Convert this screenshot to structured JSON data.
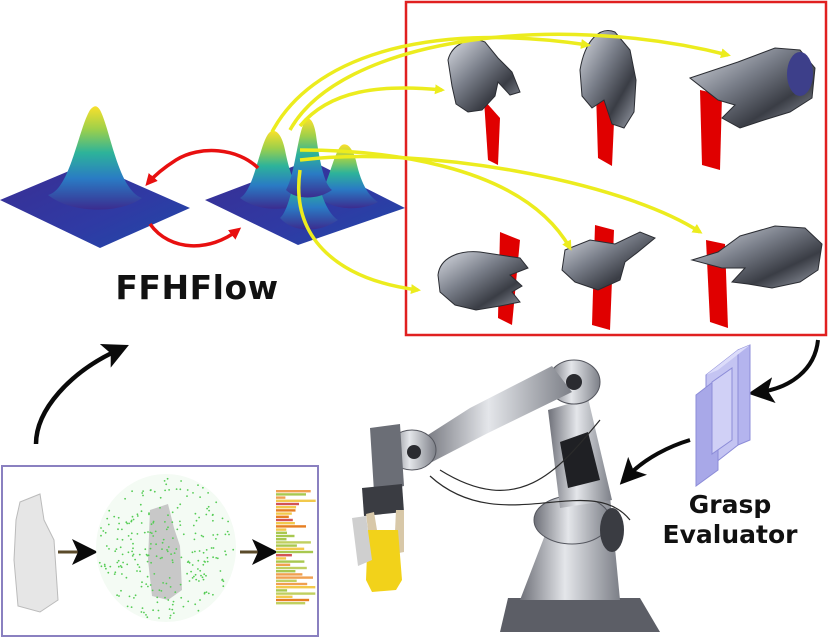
{
  "title": "FFHFlow",
  "evaluator": {
    "line1": "Grasp",
    "line2": "Evaluator"
  },
  "colors": {
    "frame_red": "#e02020",
    "arrow_yellow": "#ecec1e",
    "arrow_red": "#e81010",
    "arrow_black": "#0a0a0a",
    "pointcloud_red": "#e00000",
    "pointcloud_green": "#55cc55",
    "panel_border": "#8a80c0",
    "evaluator_blue": "#9a9ae0",
    "hand_grey": "#5a5f6a",
    "bottle_yellow": "#f2d21a"
  },
  "icons": [
    "gaussian-peak-icon",
    "multi-peak-distribution-icon",
    "robot-hand-icon",
    "point-cloud-icon",
    "robot-arm-icon",
    "layered-evaluator-icon"
  ]
}
